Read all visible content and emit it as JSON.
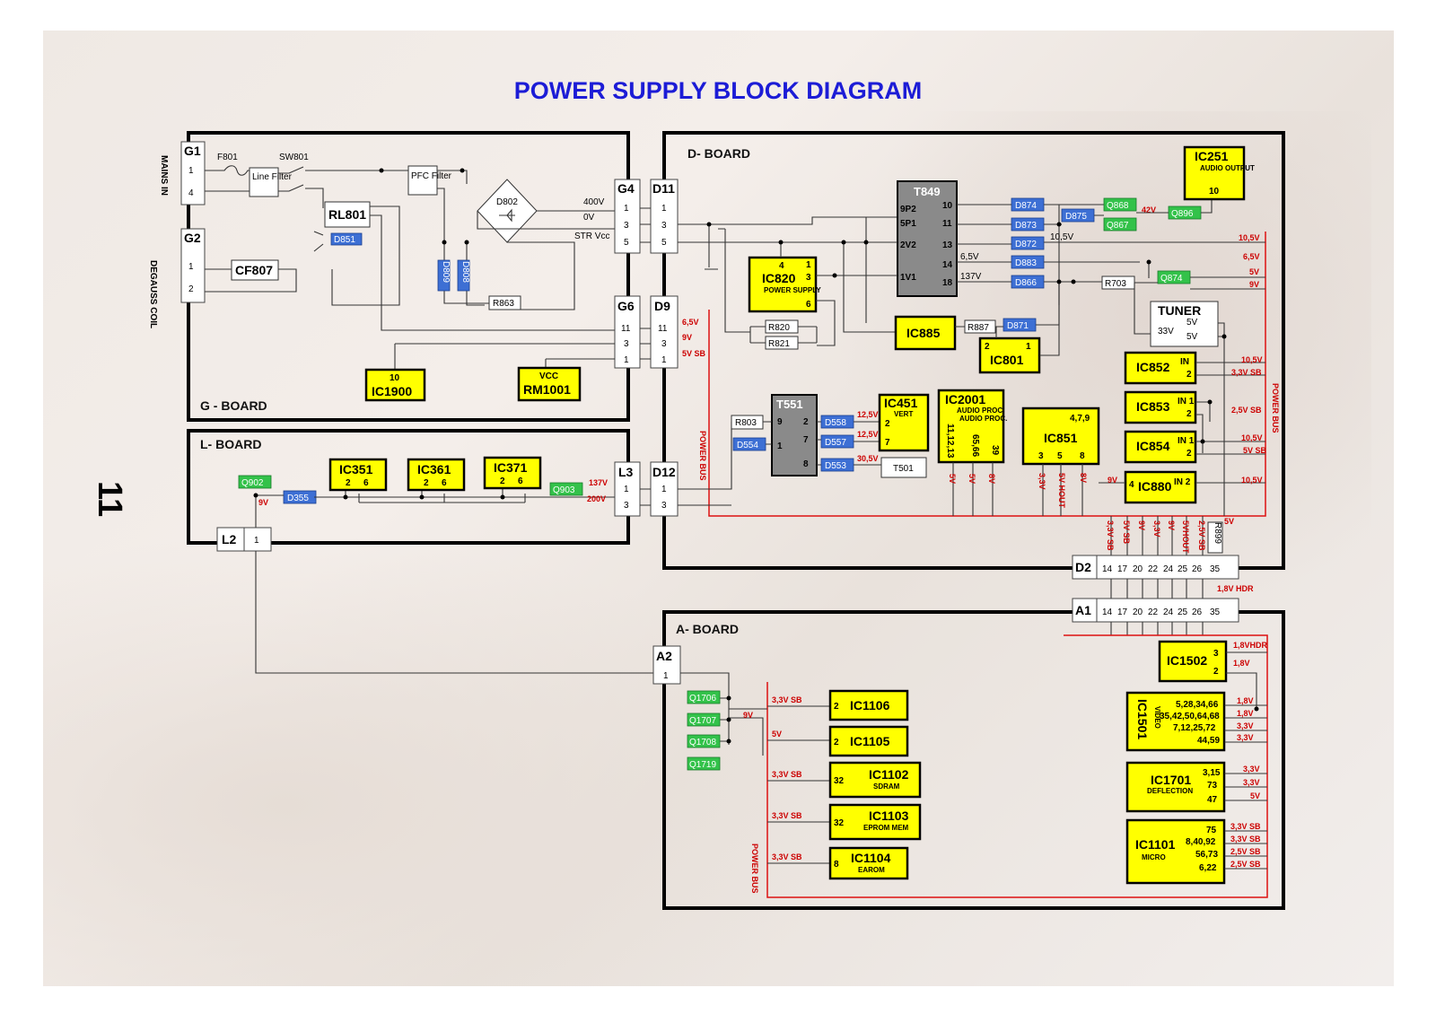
{
  "title": "POWER SUPPLY BLOCK DIAGRAM",
  "page_number": "11",
  "boards": {
    "g": "G - BOARD",
    "l": "L- BOARD",
    "d": "D- BOARD",
    "a": "A- BOARD"
  },
  "labels": {
    "mains_in": "MAINS IN",
    "degauss": "DEGAUSS COIL",
    "f801": "F801",
    "sw801": "SW801",
    "line_filter": "Line Filter",
    "pfc_filter": "PFC Filter",
    "rl801": "RL801",
    "cf807": "CF807",
    "d802": "D802",
    "power_bus": "POWER BUS",
    "str_vcc": "STR Vcc",
    "tuner": "TUNER",
    "t501": "T501",
    "r899": "R899"
  },
  "connectors": {
    "g1": "G1",
    "g2": "G2",
    "g4": "G4",
    "g6": "G6",
    "d11": "D11",
    "d9": "D9",
    "l3": "L3",
    "d12": "D12",
    "l2": "L2",
    "d2": "D2",
    "a1": "A1",
    "a2": "A2"
  },
  "ics": {
    "ic251": {
      "name": "IC251",
      "sub": "AUDIO OUTPUT",
      "pin": "10"
    },
    "ic820": {
      "name": "IC820",
      "sub": "POWER SUPPLY"
    },
    "ic885": {
      "name": "IC885"
    },
    "ic801": {
      "name": "IC801"
    },
    "ic1900": {
      "name": "IC1900",
      "pin": "10"
    },
    "rm1001": {
      "name": "RM1001",
      "pin": "VCC"
    },
    "ic351": {
      "name": "IC351"
    },
    "ic361": {
      "name": "IC361"
    },
    "ic371": {
      "name": "IC371"
    },
    "ic451": {
      "name": "IC451",
      "sub": "VERT"
    },
    "ic2001": {
      "name": "IC2001",
      "sub": "AUDIO PROC."
    },
    "ic851": {
      "name": "IC851"
    },
    "ic852": {
      "name": "IC852"
    },
    "ic853": {
      "name": "IC853"
    },
    "ic854": {
      "name": "IC854"
    },
    "ic880": {
      "name": "IC880"
    },
    "ic1106": {
      "name": "IC1106"
    },
    "ic1105": {
      "name": "IC1105"
    },
    "ic1102": {
      "name": "IC1102",
      "sub": "SDRAM"
    },
    "ic1103": {
      "name": "IC1103",
      "sub": "EPROM MEM"
    },
    "ic1104": {
      "name": "IC1104",
      "sub": "EAROM"
    },
    "ic1502": {
      "name": "IC1502"
    },
    "ic1501": {
      "name": "IC1501",
      "sub": "VIDEO"
    },
    "ic1701": {
      "name": "IC1701",
      "sub": "DEFLECTION"
    },
    "ic1101": {
      "name": "IC1101",
      "sub": "MICRO"
    }
  },
  "transformers": {
    "t849": "T849",
    "t551": "T551"
  },
  "diodes": [
    "D851",
    "D809",
    "D808",
    "D874",
    "D875",
    "D873",
    "D872",
    "D883",
    "D866",
    "D871",
    "D558",
    "D557",
    "D553",
    "D554",
    "D355"
  ],
  "transistors": [
    "Q902",
    "Q903",
    "Q868",
    "Q867",
    "Q896",
    "Q874",
    "Q1706",
    "Q1707",
    "Q1708",
    "Q1719"
  ],
  "resistors": [
    "R803",
    "R820",
    "R821",
    "R863",
    "R887",
    "R703"
  ],
  "voltages": {
    "v400": "400V",
    "v0": "0V",
    "v65": "6,5V",
    "v9": "9V",
    "v5sb": "5V SB",
    "v137": "137V",
    "v200": "200V",
    "v105": "10,5V",
    "v42": "42V",
    "v5": "5V",
    "v125": "12,5V",
    "v305": "30,5V",
    "v33sb": "3,3V SB",
    "v25sb": "2,5V SB",
    "v33": "3,3V",
    "v5vhout": "5V HOUT",
    "v8": "8V",
    "v18hdr": "1,8V HDR",
    "v18vhdr": "1,8VHDR",
    "v18": "1,8V",
    "v33v": "33V"
  },
  "bus_pins": [
    "14",
    "17",
    "20",
    "22",
    "24",
    "25",
    "26",
    "35"
  ],
  "bus_volts": [
    "3,3V SB",
    "5V SB",
    "9V",
    "3,3V",
    "9V",
    "5VHOUT",
    "2,5V SB"
  ]
}
